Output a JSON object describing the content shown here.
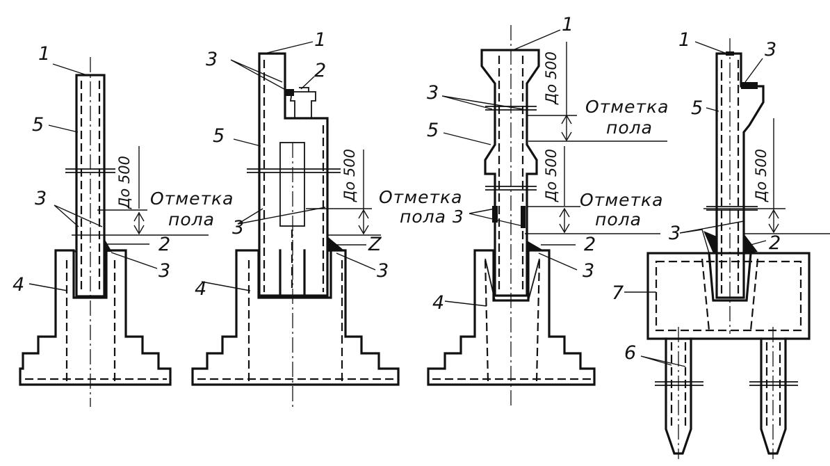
{
  "labels": {
    "n1": "1",
    "n2": "2",
    "n2z": "Z",
    "n3": "3",
    "n4": "4",
    "n5": "5",
    "n6": "6",
    "n7": "7"
  },
  "annotations": {
    "floor_mark_line1": "Отметка",
    "floor_mark_line2": "пола",
    "floor_mark_combined_tail": "пола 3",
    "dim_up_to_500": "До 500"
  }
}
